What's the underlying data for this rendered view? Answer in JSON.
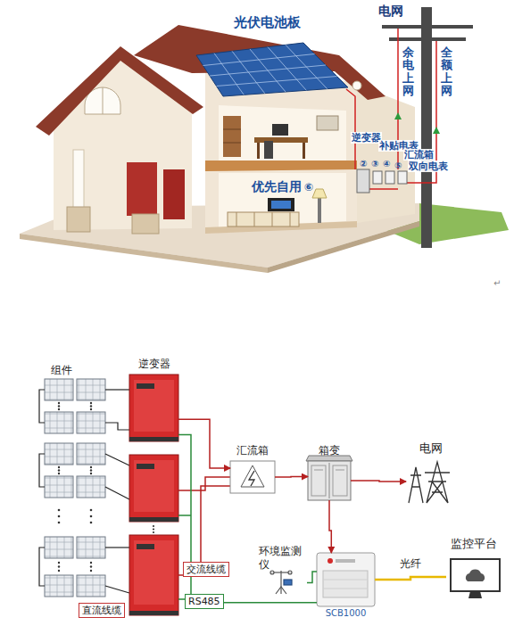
{
  "diagram": {
    "nodes": [
      {
        "text": [
          "逆变器"
        ]
      },
      {
        "text": [
          "汇流箱"
        ]
      },
      {
        "text": [
          "箱变"
        ]
      },
      {
        "text": [
          "电网"
        ]
      },
      {
        "text": [
          "环境监测仪"
        ]
      },
      {
        "text": [
          "SCB1000"
        ]
      },
      {
        "text": [
          "监控平台"
        ]
      }
    ],
    "edges": [
      {
        "from": 0,
        "to": 1,
        "arrow": "to"
      },
      {
        "from": 1,
        "to": 2,
        "arrow": "to"
      },
      {
        "from": 2,
        "to": 3,
        "arrow": "to"
      },
      {
        "from": 2,
        "to": 5,
        "arrow": "to"
      },
      {
        "from": 4,
        "to": 5,
        "arrow": "none"
      },
      {
        "from": 0,
        "to": 5,
        "arrow": "none"
      },
      {
        "from": 5,
        "to": 6,
        "label": "光纤",
        "arrow": "none"
      }
    ],
    "labels": [
      "光伏电池板",
      "电网",
      "余电上网",
      "全额上网",
      "逆变器",
      "补贴电表",
      "汇流箱",
      "双向电表",
      "②",
      "③",
      "④",
      "⑤",
      "优先自用",
      "⑥",
      "↵",
      "组件",
      "交流线缆",
      "RS485",
      "直流线缆"
    ]
  }
}
